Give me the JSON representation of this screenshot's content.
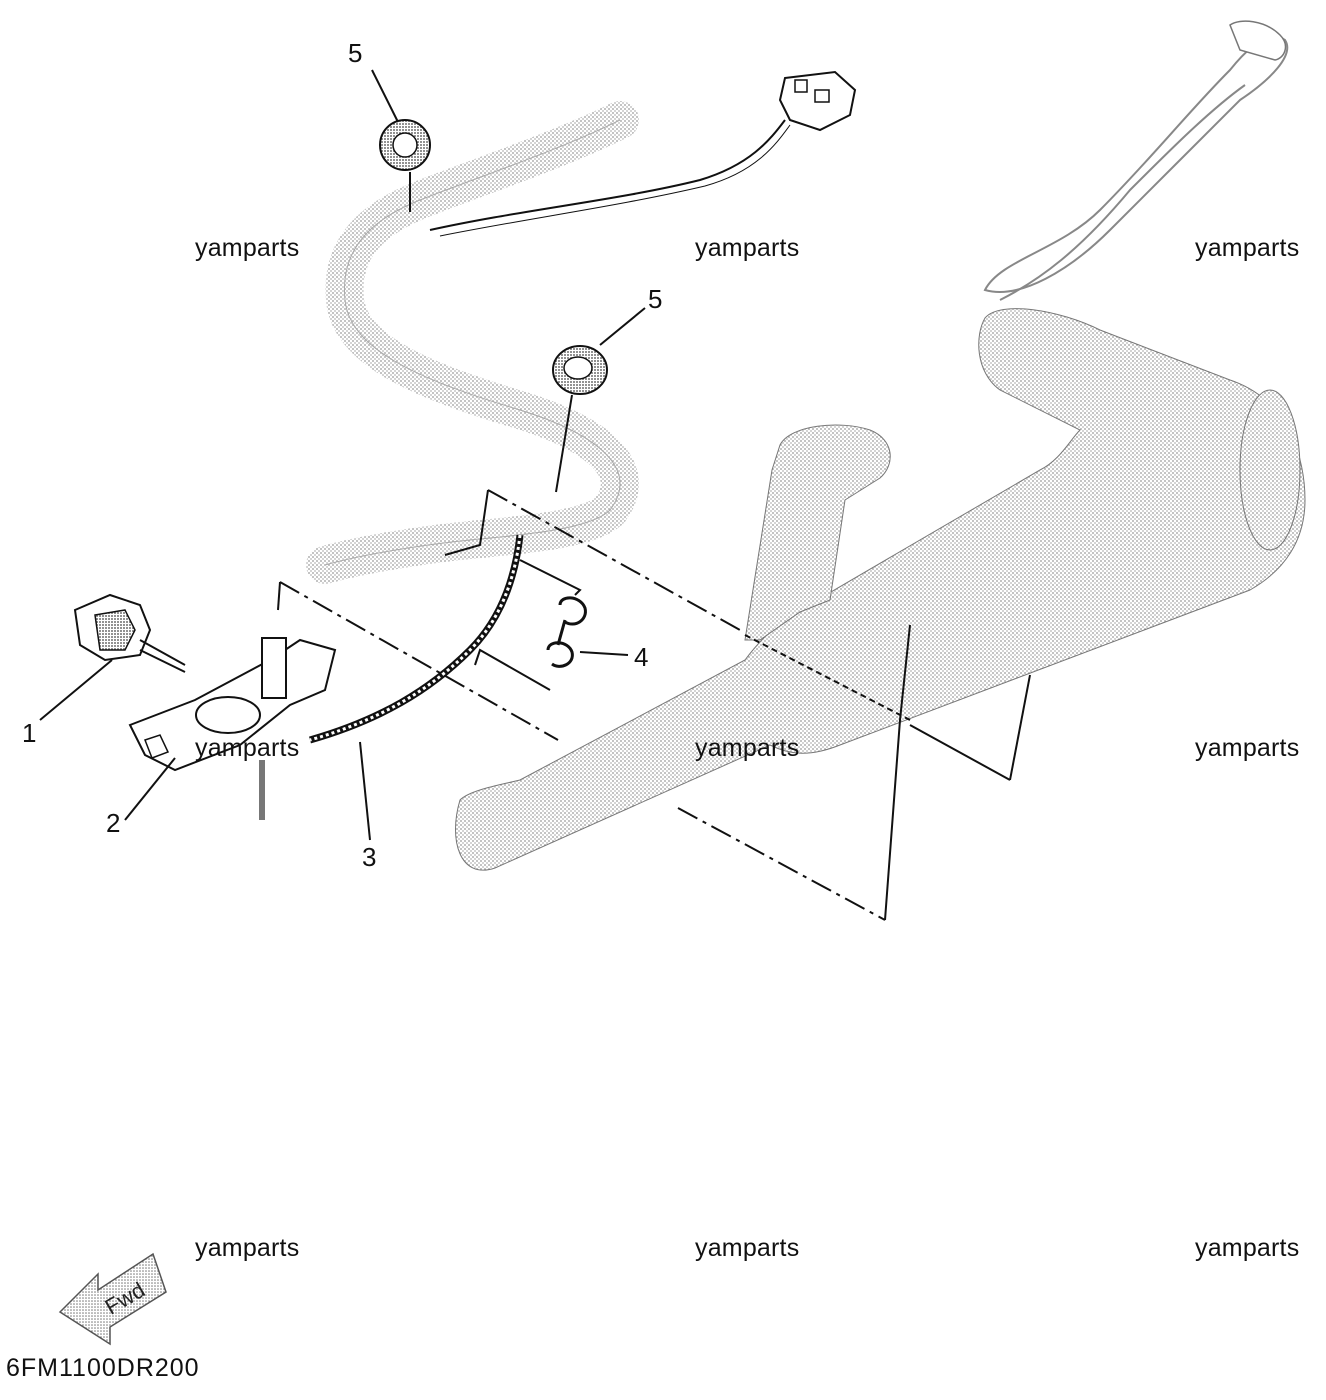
{
  "watermark": "yamparts",
  "callouts": [
    {
      "id": "1",
      "label": "1"
    },
    {
      "id": "2",
      "label": "2"
    },
    {
      "id": "3",
      "label": "3"
    },
    {
      "id": "4",
      "label": "4"
    },
    {
      "id": "5a",
      "label": "5"
    },
    {
      "id": "5b",
      "label": "5"
    }
  ],
  "fwd_label": "Fwd",
  "diagram_code": "6FM1100DR200",
  "colors": {
    "line": "#111111",
    "shade": "#d9d9d9",
    "shade_dark": "#bcbcbc",
    "background": "#ffffff"
  }
}
